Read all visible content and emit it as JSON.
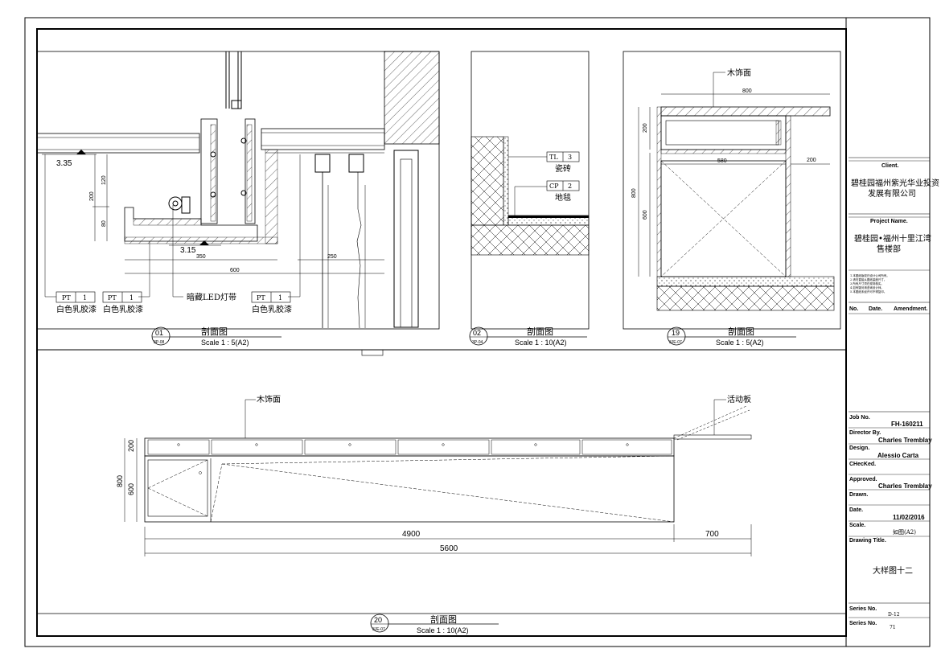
{
  "views": {
    "v01": {
      "num": "01",
      "ref": "3P-08",
      "title": "剖面图",
      "scale": "Scale 1 : 5(A2)"
    },
    "v02": {
      "num": "02",
      "ref": "3P-04",
      "title": "剖面图",
      "scale": "Scale 1 : 10(A2)"
    },
    "v19": {
      "num": "19",
      "ref": "3JE-07",
      "title": "剖面图",
      "scale": "Scale 1 : 5(A2)"
    },
    "v20": {
      "num": "20",
      "ref": "3JE-07",
      "title": "剖面图",
      "scale": "Scale 1 : 10(A2)"
    }
  },
  "detail01": {
    "level_high": "3.35",
    "level_low": "3.15",
    "dim_120": "120",
    "dim_200": "200",
    "dim_80": "80",
    "dim_350": "350",
    "dim_600": "600",
    "dim_250": "250",
    "tags": [
      {
        "code": "PT",
        "num": "1",
        "label": "白色乳胶漆"
      },
      {
        "code": "PT",
        "num": "1",
        "label": "白色乳胶漆"
      },
      {
        "code": "PT",
        "num": "1",
        "label": "白色乳胶漆"
      }
    ],
    "led_label": "暗藏LED灯带"
  },
  "detail02": {
    "tag_tl": {
      "code": "TL",
      "num": "3",
      "label": "瓷砖"
    },
    "tag_cp": {
      "code": "CP",
      "num": "2",
      "label": "地毯"
    }
  },
  "detail19": {
    "finish_label": "木饰面",
    "dim_800_top": "800",
    "dim_200_left": "200",
    "dim_580": "580",
    "dim_200_right": "200",
    "dim_800_left": "800",
    "dim_600_left": "600"
  },
  "detail20": {
    "finish_label": "木饰面",
    "panel_label": "活动板",
    "dim_200": "200",
    "dim_800": "800",
    "dim_600": "600",
    "dim_4900": "4900",
    "dim_700": "700",
    "dim_5600": "5600"
  },
  "title_block": {
    "client_header": "Client.",
    "client_name_1": "碧桂园福州紫光华业投资",
    "client_name_2": "发展有限公司",
    "project_header": "Project Name.",
    "project_name_1": "碧桂园•福州十里江湾",
    "project_name_2": "售楼部",
    "notes": [
      "1.本图纸版权归设计公司所有。",
      "2.请勿直接从图纸量度尺寸。",
      "3.所有尺寸须在现场核实。",
      "4.如有疑问请咨询设计师。",
      "5.本图纸未经许可不得复印。"
    ],
    "no_header": "No.",
    "date_header": "Date.",
    "amend_header": "Amendment.",
    "job_label": "Job No.",
    "job_value": "FH-160211",
    "director_label": "Director By.",
    "director_value": "Charles Tremblay",
    "design_label": "Design.",
    "design_value": "Alessio Carta",
    "checked_label": "CHecKed.",
    "checked_value": "",
    "approved_label": "Approved.",
    "approved_value": "Charles Tremblay",
    "drawn_label": "Drawn.",
    "drawn_value": "",
    "date_label": "Date.",
    "date_value": "11/02/2016",
    "scale_label": "Scale.",
    "scale_value": "如图(A2)",
    "drawing_title_label": "Drawing Title.",
    "drawing_title_value": "大样图十二",
    "series_label_1": "Series No.",
    "series_value_1": "D-12",
    "series_label_2": "Series No.",
    "series_value_2": "71"
  }
}
